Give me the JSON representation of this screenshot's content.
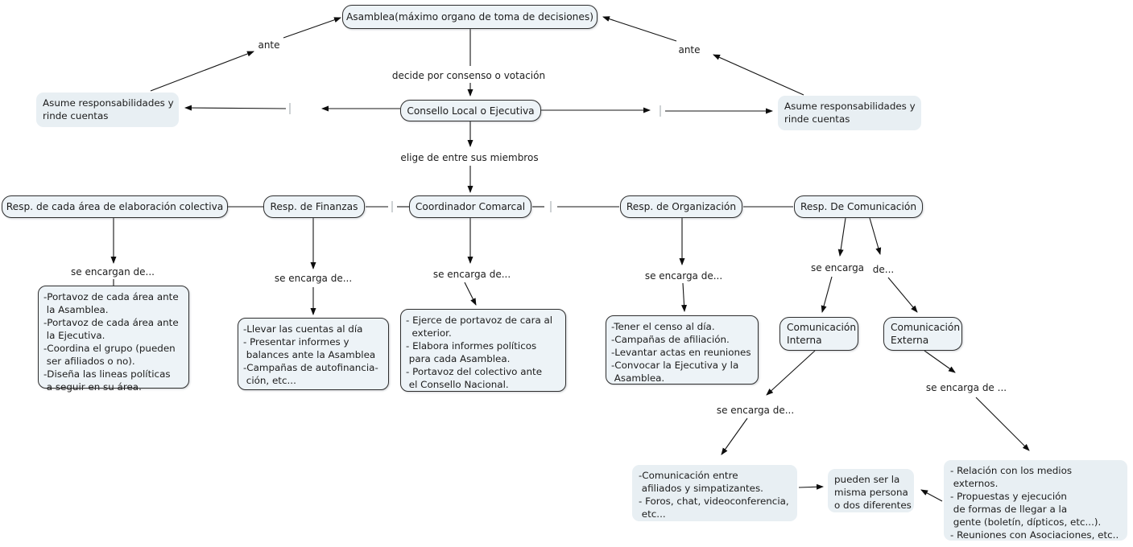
{
  "title": "Mapa conceptual de organización asamblearia",
  "colors": {
    "node_fill": "#edf3f7",
    "soft_fill": "#e8eff3",
    "node_border": "#2e2e2e",
    "line": "#141414",
    "tick": "#b3b9bd",
    "background": "#ffffff"
  },
  "nodes": {
    "asamblea": "Asamblea(máximo organo de toma de decisiones)",
    "consello": "Consello Local o Ejecutiva",
    "resp_area": "Resp. de cada área de elaboración colectiva",
    "resp_finanzas": "Resp. de Finanzas",
    "coordinador": "Coordinador Comarcal",
    "resp_organizacion": "Resp. de Organización",
    "resp_comunicacion": "Resp. De Comunicación",
    "com_interna": "Comunicación\nInterna",
    "com_externa": "Comunicación\nExterna",
    "asume_left": "Asume responsabilidades y\nrinde cuentas",
    "asume_right": "Asume responsabilidades y\nrinde cuentas",
    "tareas_area": "-Portavoz de cada área ante\n la Asamblea.\n-Portavoz de cada área ante\n la Ejecutiva.\n-Coordina el grupo (pueden\n ser afiliados o no).\n-Diseña las lineas políticas\n a seguir en su área.",
    "tareas_finanzas": "-Llevar las cuentas al día\n- Presentar informes y\n balances ante la Asamblea\n-Campañas de autofinancia-\n ción, etc...",
    "tareas_coordinador": "- Ejerce de portavoz de cara al\n  exterior.\n- Elabora informes políticos\n para cada Asamblea.\n- Portavoz del colectivo ante\n el Consello Nacional.",
    "tareas_organizacion": "-Tener el censo al día.\n-Campañas de afiliación.\n-Levantar actas en reuniones\n-Convocar la Ejecutiva y la\n Asamblea.",
    "tareas_com_interna": "-Comunicación entre\n afiliados y simpatizantes.\n- Foros, chat, videoconferencia,\n etc...",
    "pueden_ser": "pueden ser la\nmisma persona\no dos diferentes",
    "tareas_com_externa": "- Relación con los medios\n externos.\n- Propuestas y ejecución\n de formas de llegar a la\n gente (boletín, dípticos, etc...).\n- Reuniones con Asociaciones, etc.."
  },
  "links": {
    "ante_left": "ante",
    "ante_right": "ante",
    "decide": "decide por consenso o votación",
    "elige": "elige de entre sus miembros",
    "encargan_area": "se encargan de...",
    "encarga_finanzas": "se encarga de...",
    "encarga_coordinador": "se encarga de...",
    "encarga_organizacion": "se encarga de...",
    "encarga_com_1": "se encarga",
    "encarga_com_2": "de...",
    "encarga_interna": "se encarga de...",
    "encarga_externa": "se encarga de ..."
  }
}
